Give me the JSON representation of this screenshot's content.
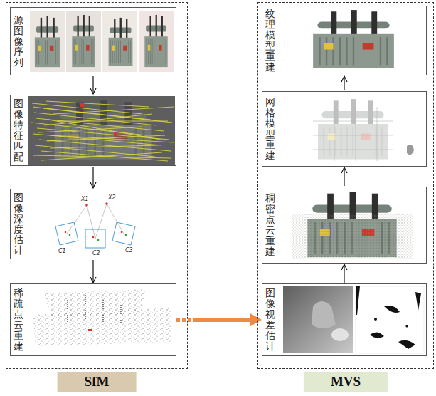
{
  "diagram": {
    "nodes": [
      {
        "text": [
          "SfM"
        ]
      },
      {
        "text": [
          "源图像序列"
        ],
        "in": 0
      },
      {
        "text": [
          "图像特征匹配"
        ],
        "in": 0
      },
      {
        "text": [
          "图像深度估计"
        ],
        "in": 0
      },
      {
        "text": [
          "稀疏点云重建"
        ],
        "in": 0
      },
      {
        "text": [
          "MVS"
        ]
      },
      {
        "text": [
          "纹理模型重建"
        ],
        "in": 5
      },
      {
        "text": [
          "网格模型重建"
        ],
        "in": 5
      },
      {
        "text": [
          "稠密点云重建"
        ],
        "in": 5
      },
      {
        "text": [
          "图像视差估计"
        ],
        "in": 5
      }
    ],
    "edges": [
      {
        "from": 1,
        "to": 2,
        "arrow": "to"
      },
      {
        "from": 2,
        "to": 3,
        "arrow": "to"
      },
      {
        "from": 3,
        "to": 4,
        "arrow": "to"
      },
      {
        "from": 4,
        "to": 9,
        "arrow": "to"
      },
      {
        "from": 9,
        "to": 8,
        "arrow": "to"
      },
      {
        "from": 8,
        "to": 7,
        "arrow": "to"
      },
      {
        "from": 7,
        "to": 6,
        "arrow": "to"
      }
    ],
    "labels": [
      "X1",
      "X2",
      "C1",
      "C2",
      "C3"
    ]
  }
}
